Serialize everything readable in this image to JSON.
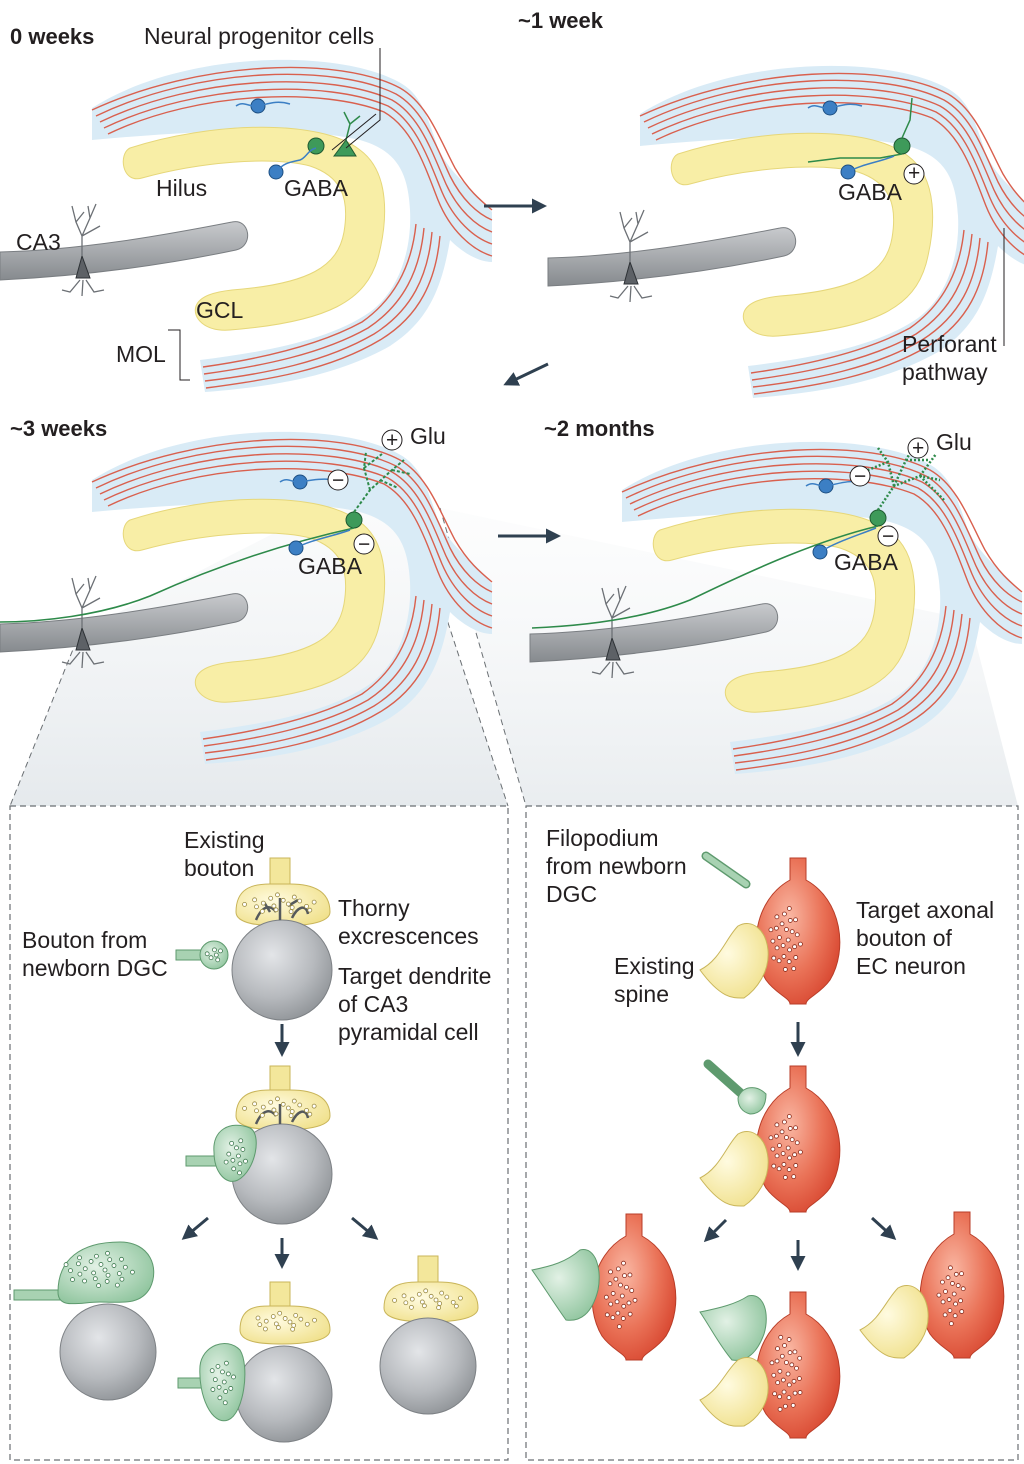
{
  "panels": {
    "week0": {
      "title": "0 weeks",
      "progenitor": "Neural progenitor cells",
      "hilus": "Hilus",
      "gaba": "GABA",
      "ca3": "CA3",
      "gcl": "GCL",
      "mol": "MOL"
    },
    "week1": {
      "title": "~1 week",
      "gaba": "GABA",
      "plus": "+",
      "perforant1": "Perforant",
      "perforant2": "pathway"
    },
    "week3": {
      "title": "~3 weeks",
      "glu": "Glu",
      "gaba": "GABA",
      "plus": "+",
      "minus": "−"
    },
    "month2": {
      "title": "~2 months",
      "glu": "Glu",
      "gaba": "GABA",
      "plus": "+",
      "minus": "−"
    }
  },
  "insets": {
    "left": {
      "existing1": "Existing",
      "existing2": "bouton",
      "thorny1": "Thorny",
      "thorny2": "excrescences",
      "newborn1": "Bouton from",
      "newborn2": "newborn DGC",
      "target1": "Target dendrite",
      "target2": "of CA3",
      "target3": "pyramidal cell"
    },
    "right": {
      "filo1": "Filopodium",
      "filo2": "from newborn",
      "filo3": "DGC",
      "spine1": "Existing",
      "spine2": "spine",
      "target1": "Target axonal",
      "target2": "bouton of",
      "target3": "EC neuron"
    }
  },
  "colors": {
    "gcl": "#f8eea6",
    "mol": "#d9ebf6",
    "perforant": "#d9604e",
    "newborn": "#3e9a5a",
    "interneuron": "#3c7fc4",
    "ca3": "#9a9da1",
    "bouton_yellow": "#f3e79b",
    "bouton_green": "#a8d2b2",
    "ec_red": "#e0604a"
  }
}
